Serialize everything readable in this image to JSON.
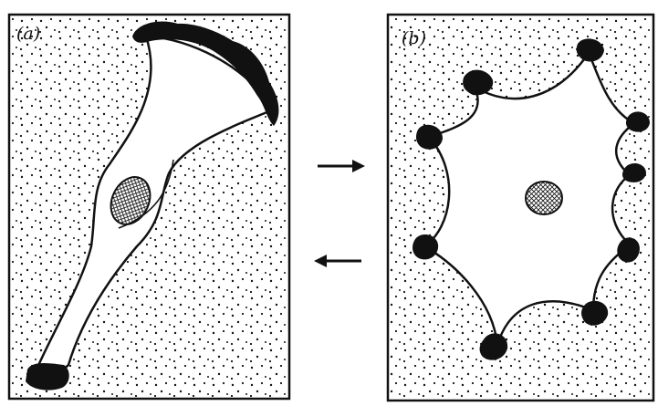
{
  "panels": {
    "a": {
      "label": "(a)"
    },
    "b": {
      "label": "(b)"
    }
  },
  "arrows": [
    {
      "direction": "right"
    },
    {
      "direction": "left"
    }
  ],
  "colors": {
    "ink": "#111111",
    "paper": "#ffffff"
  }
}
